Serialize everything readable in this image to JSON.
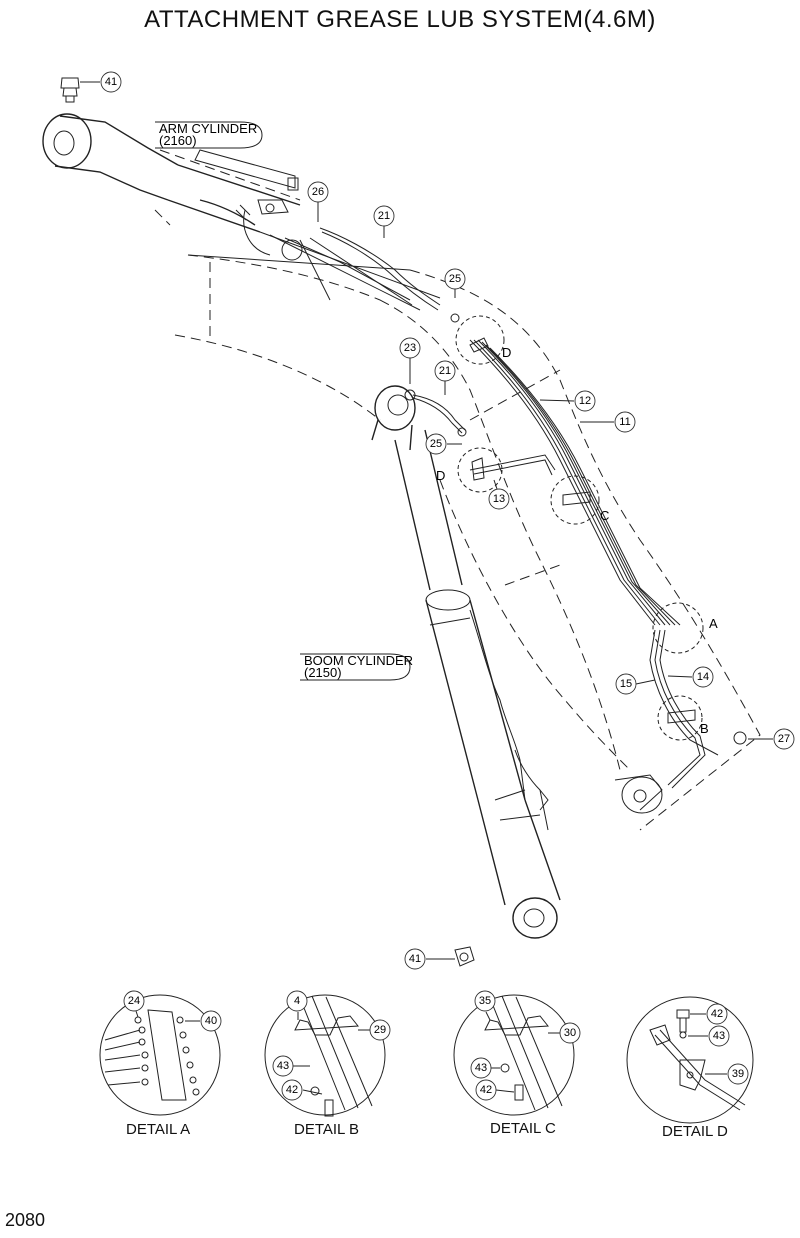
{
  "title": "ATTACHMENT GREASE LUB SYSTEM(4.6M)",
  "page_number": "2080",
  "labels": {
    "arm_cylinder": [
      "ARM CYLINDER",
      "(2160)"
    ],
    "boom_cylinder": [
      "BOOM CYLINDER",
      "(2150)"
    ],
    "detail_letters": {
      "A": "A",
      "B": "B",
      "C": "C",
      "D": "D"
    }
  },
  "part_numbers": {
    "p41_top": "41",
    "p26": "26",
    "p21_top": "21",
    "p25_top": "25",
    "p23": "23",
    "p21_mid": "21",
    "p12": "12",
    "p11": "11",
    "p25_mid": "25",
    "p13": "13",
    "p14": "14",
    "p15": "15",
    "p27": "27",
    "p41_bottom": "41"
  },
  "details": [
    {
      "name": "DETAIL A",
      "parts": [
        "24",
        "40"
      ]
    },
    {
      "name": "DETAIL B",
      "parts": [
        "4",
        "29",
        "43",
        "42"
      ]
    },
    {
      "name": "DETAIL C",
      "parts": [
        "35",
        "30",
        "43",
        "42"
      ]
    },
    {
      "name": "DETAIL D",
      "parts": [
        "42",
        "43",
        "39"
      ]
    }
  ]
}
